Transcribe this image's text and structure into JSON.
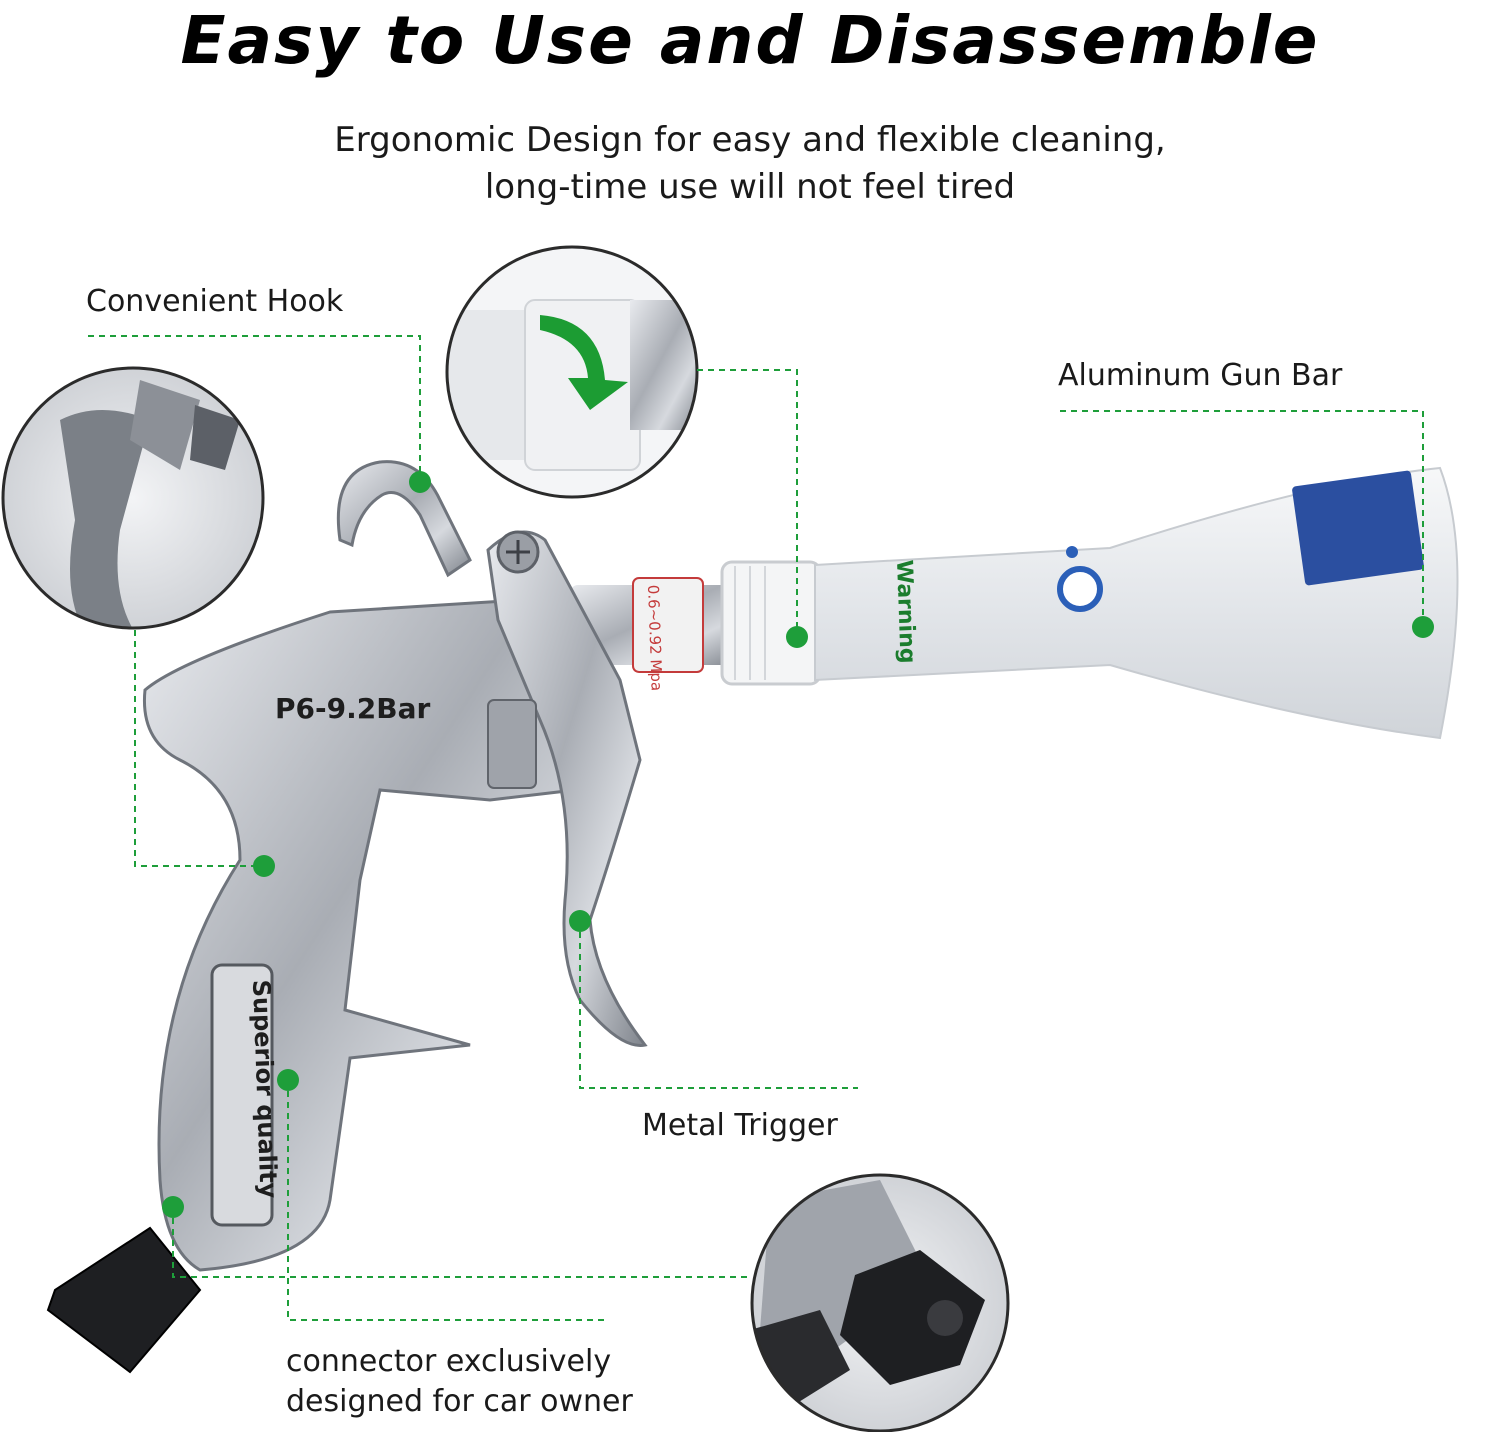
{
  "title": "Easy to Use and Disassemble",
  "subtitle_line1": "Ergonomic Design for easy and flexible cleaning,",
  "subtitle_line2": "long-time use will not feel tired",
  "callouts": {
    "hook": "Convenient Hook",
    "gun_bar": "Aluminum Gun Bar",
    "trigger": "Metal Trigger",
    "connector_line1": "connector exclusively",
    "connector_line2": "designed for car owner"
  },
  "product_text": {
    "pressure": "P6-9.2Bar",
    "handle_badge": "Superior quality",
    "warning": "Warning",
    "pressure_band": "0.6~0.92 Mpa"
  },
  "colors": {
    "accent_green": "#1e9e3a",
    "metal": "#b9bcc2",
    "nozzle": "#eef0f2"
  }
}
